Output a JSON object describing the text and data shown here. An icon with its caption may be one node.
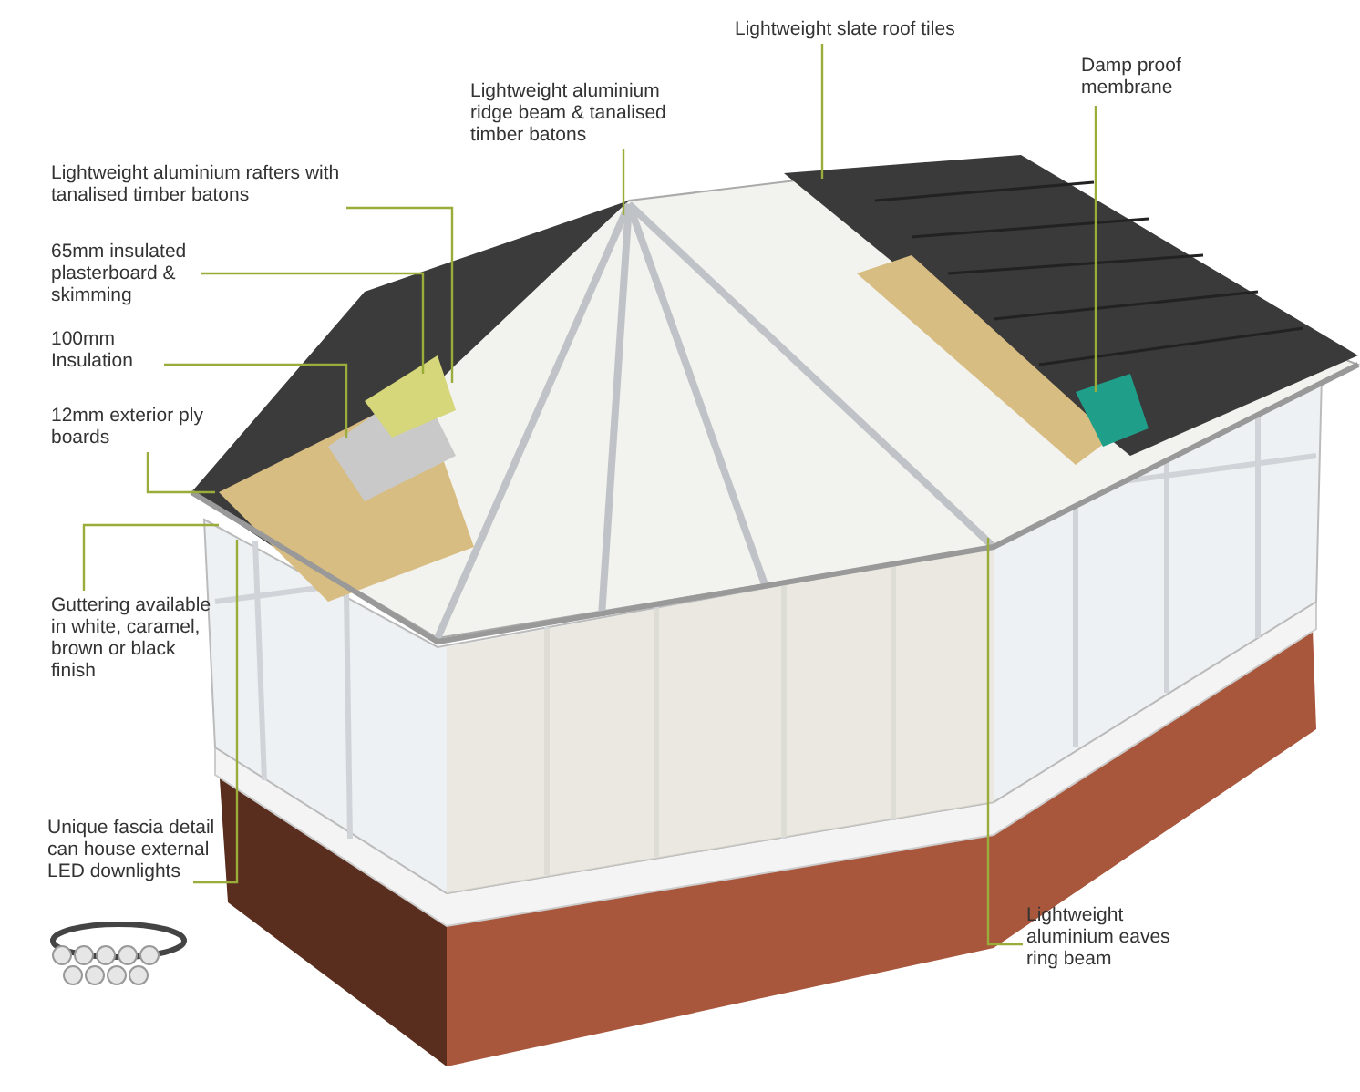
{
  "diagram": {
    "nodes": [
      {
        "text": [
          "Lightweight aluminium ridge beam & tanalised timber batons"
        ]
      },
      {
        "text": [
          "Lightweight slate roof tiles"
        ]
      },
      {
        "text": [
          "Damp proof membrane"
        ]
      },
      {
        "text": [
          "Lightweight aluminium rafters with tanalised timber batons"
        ]
      },
      {
        "text": [
          "65mm insulated plasterboard & skimming"
        ]
      },
      {
        "text": [
          "100mm Insulation"
        ]
      },
      {
        "text": [
          "12mm exterior ply boards"
        ]
      },
      {
        "text": [
          "Guttering available in white, caramel, brown or black finish"
        ]
      },
      {
        "text": [
          "Unique fascia detail can house external LED downlights"
        ]
      },
      {
        "text": [
          "Lightweight aluminium eaves ring beam"
        ]
      }
    ],
    "edges": [
      {
        "from": 0,
        "to": null,
        "arrow": "none"
      },
      {
        "from": 1,
        "to": null,
        "arrow": "none"
      },
      {
        "from": 2,
        "to": null,
        "arrow": "none"
      },
      {
        "from": 3,
        "to": null,
        "arrow": "none"
      },
      {
        "from": 4,
        "to": null,
        "arrow": "none"
      },
      {
        "from": 5,
        "to": null,
        "arrow": "none"
      },
      {
        "from": 6,
        "to": null,
        "arrow": "none"
      },
      {
        "from": 7,
        "to": null,
        "arrow": "none"
      },
      {
        "from": 8,
        "to": null,
        "arrow": "none"
      },
      {
        "from": 9,
        "to": null,
        "arrow": "none"
      }
    ]
  }
}
